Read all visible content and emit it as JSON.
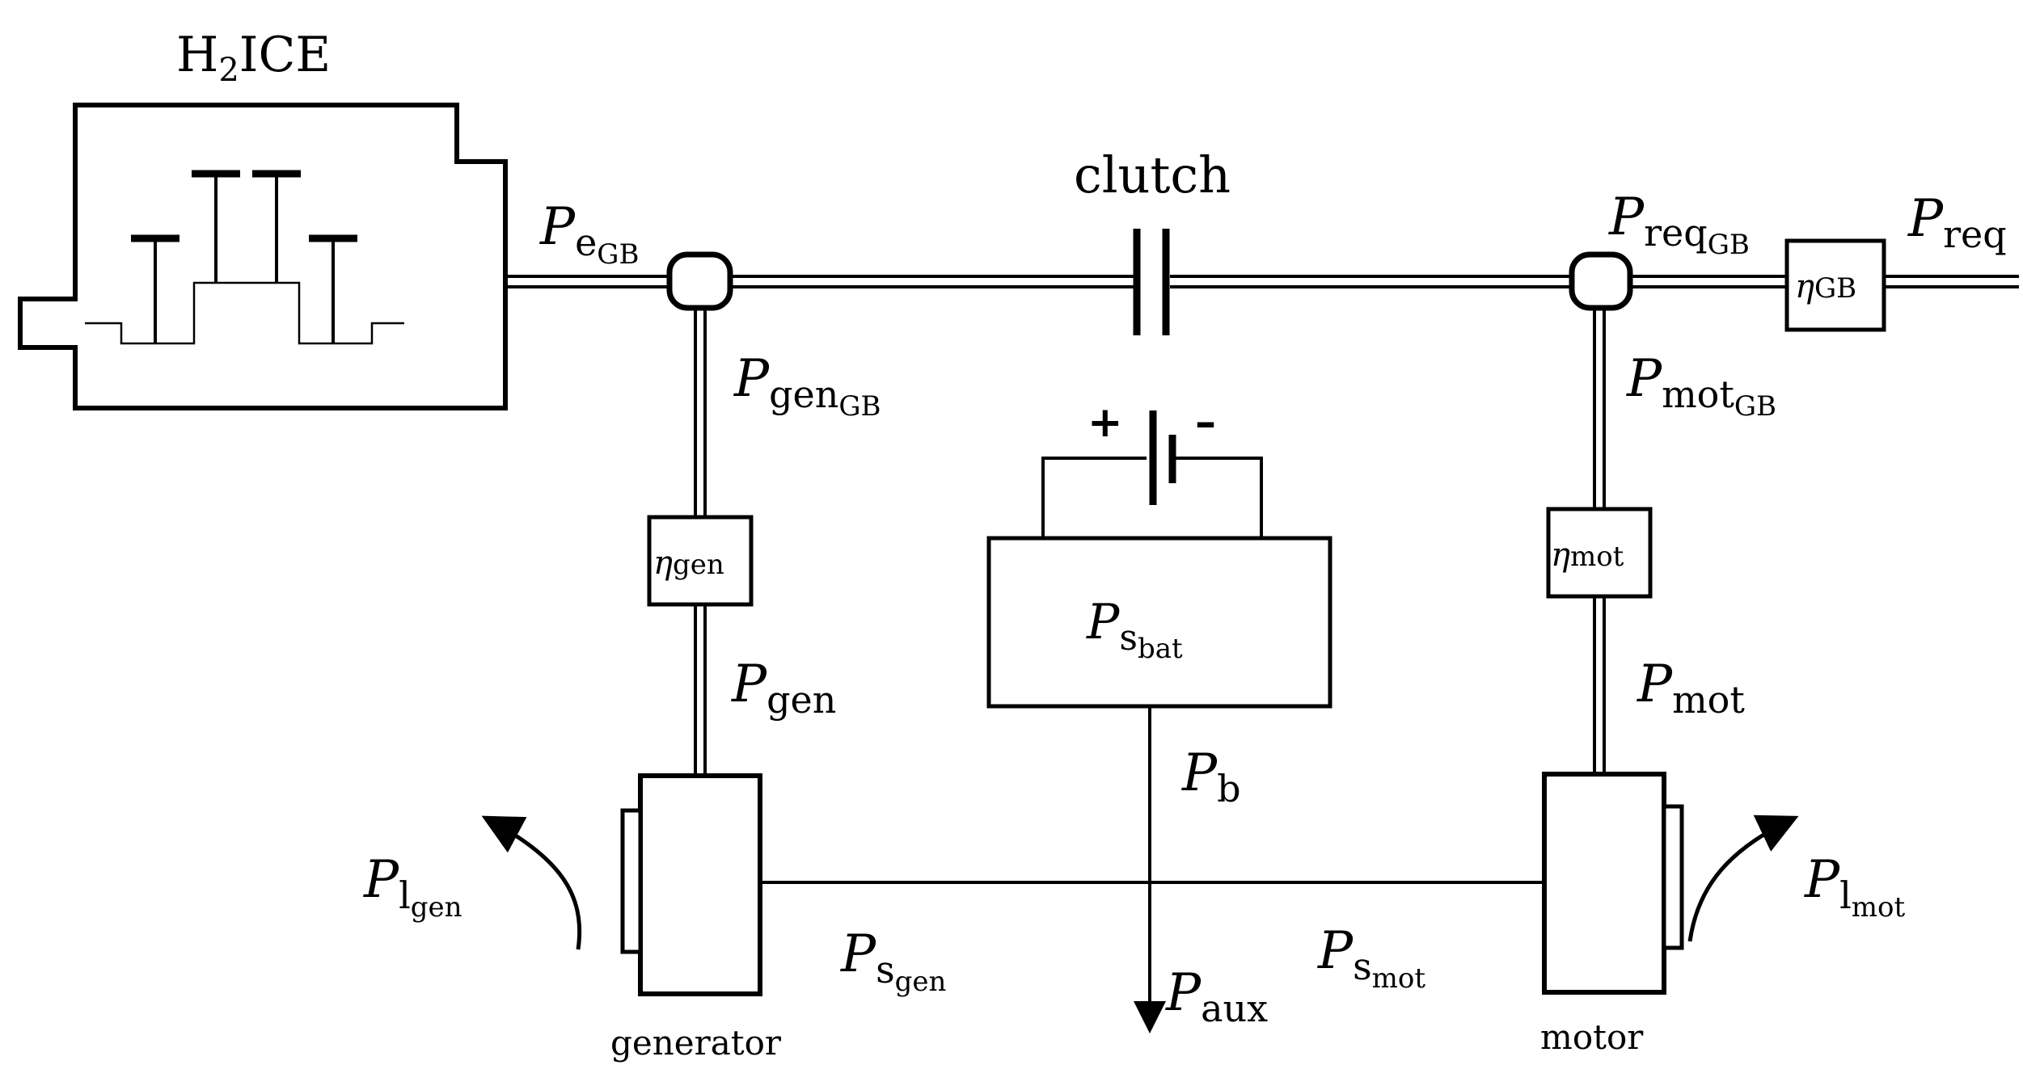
{
  "engine": {
    "base": "H",
    "sub": "2",
    "rest": "ICE"
  },
  "clutch": "clutch",
  "symbols": {
    "P": "P",
    "eta": "η"
  },
  "subs": {
    "eGB_main": "e",
    "eGB_sub": "GB",
    "reqGB_main": "req",
    "reqGB_sub": "GB",
    "req": "req",
    "genGB_main": "gen",
    "genGB_sub": "GB",
    "motGB_main": "mot",
    "motGB_sub": "GB",
    "gen": "gen",
    "mot": "mot",
    "sbat_main": "s",
    "sbat_sub": "bat",
    "b": "b",
    "lgen_main": "l",
    "lgen_sub": "gen",
    "lmot_main": "l",
    "lmot_sub": "mot",
    "sgen_main": "s",
    "sgen_sub": "gen",
    "smot_main": "s",
    "smot_sub": "mot",
    "aux": "aux",
    "eta_gen": "gen",
    "eta_mot": "mot",
    "eta_gb": "GB"
  },
  "battery": {
    "plus": "+",
    "minus": "–"
  },
  "captions": {
    "generator": "generator",
    "motor": "motor"
  }
}
